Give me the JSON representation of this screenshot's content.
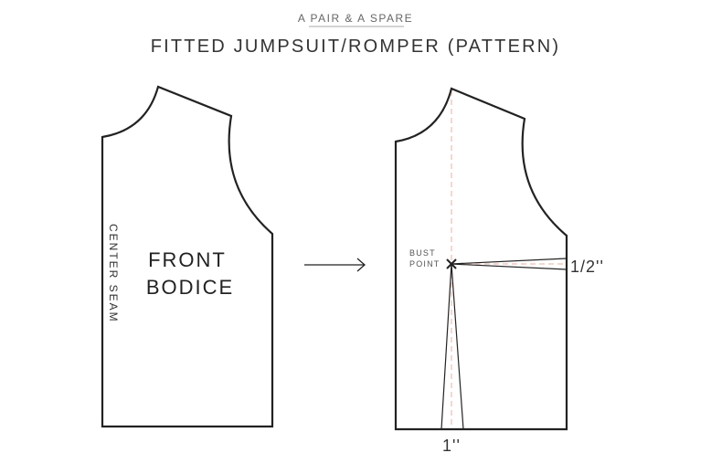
{
  "header": {
    "brand": "A PAIR & A SPARE",
    "title": "FITTED JUMPSUIT/ROMPER (PATTERN)"
  },
  "left_piece": {
    "label_line1": "FRONT",
    "label_line2": "BODICE",
    "center_seam": "CENTER SEAM"
  },
  "right_piece": {
    "bust_line1": "BUST",
    "bust_line2": "POINT",
    "side_dart": "1/2''",
    "waist_dart": "1''"
  },
  "colors": {
    "outline": "#222222",
    "guide_dash": "#f2c9c0"
  }
}
